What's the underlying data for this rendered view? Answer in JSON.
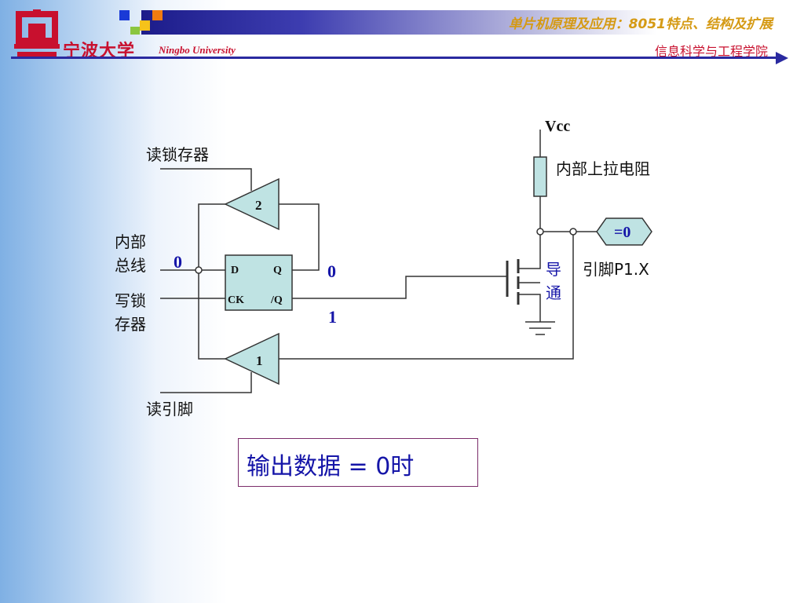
{
  "header": {
    "university_cn": "宁波大学",
    "university_en": "Ningbo University",
    "course_title": "单片机原理及应用：8051特点、结构及扩展",
    "school": "信息科学与工程学院",
    "colors": {
      "banner": "#1c1c8a",
      "title": "#d59a14",
      "brand": "#c8102e",
      "rule": "#2a2aa0"
    },
    "icons": [
      "university-logo-icon",
      "next-arrow-icon"
    ]
  },
  "diagram": {
    "labels": {
      "read_latch": "读锁存器",
      "internal_bus_1": "内部",
      "internal_bus_2": "总线",
      "write_latch_1": "写锁",
      "write_latch_2": "存器",
      "read_pin": "读引脚",
      "vcc": "Vcc",
      "pullup": "内部上拉电阻",
      "pin": "引脚P1.X",
      "buf2": "2",
      "buf1": "1",
      "latch_d": "D",
      "latch_q": "Q",
      "latch_ck": "CK",
      "latch_qn": "/Q",
      "bus_value": "0",
      "q_value": "0",
      "qn_value": "1",
      "pin_value": "=0",
      "conduct_1": "导",
      "conduct_2": "通"
    },
    "colors": {
      "fill": "#bfe3e3",
      "value": "#1515a8"
    }
  },
  "caption": {
    "text": "输出数据 = 0时"
  }
}
